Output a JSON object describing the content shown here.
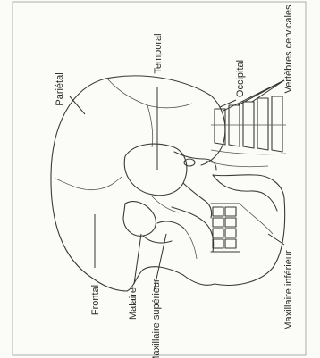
{
  "labels": {
    "parietal": "Pariétal",
    "temporal": "Temporal",
    "occipital": "Occipital",
    "cervical": "Vertèbres cervicales",
    "frontal": "Frontal",
    "malaire": "Malaire",
    "maxillaire_superieur": "Maxillaire supérieur",
    "maxillaire_inferieur": "Maxillaire inférieur"
  }
}
